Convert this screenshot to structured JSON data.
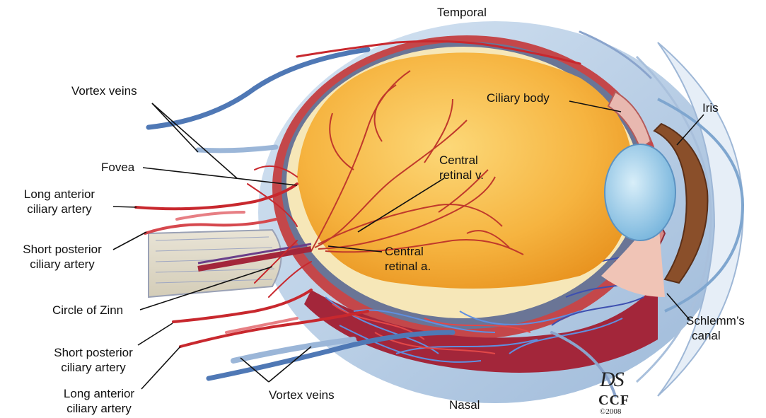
{
  "orientation": {
    "top": "Temporal",
    "bottom": "Nasal"
  },
  "labels": {
    "vortex_veins_top": "Vortex veins",
    "fovea": "Fovea",
    "long_anterior_top_1": "Long anterior",
    "long_anterior_top_2": "ciliary artery",
    "short_posterior_top_1": "Short posterior",
    "short_posterior_top_2": "ciliary artery",
    "circle_of_zinn": "Circle of Zinn",
    "short_posterior_bottom_1": "Short posterior",
    "short_posterior_bottom_2": "ciliary artery",
    "long_anterior_bottom_1": "Long anterior",
    "long_anterior_bottom_2": "ciliary artery",
    "vortex_veins_bottom": "Vortex veins",
    "ciliary_body": "Ciliary body",
    "iris": "Iris",
    "central_retinal_v_1": "Central",
    "central_retinal_v_2": "retinal v.",
    "central_retinal_a_1": "Central",
    "central_retinal_a_2": "retinal a.",
    "schlemms_1": "Schlemm’s",
    "schlemms_2": "canal"
  },
  "signature": {
    "initials": "DS",
    "org": "CCF",
    "year": "©2008"
  },
  "colors": {
    "retina_orange": "#f2a62a",
    "vitreous_light": "#fbcf6a",
    "sclera_blue": "#b9cfe6",
    "vein_blue": "#4f78b5",
    "artery_red": "#c8282e",
    "lens_blue": "#8fc6e6",
    "iris_brown": "#8a4f2a"
  }
}
